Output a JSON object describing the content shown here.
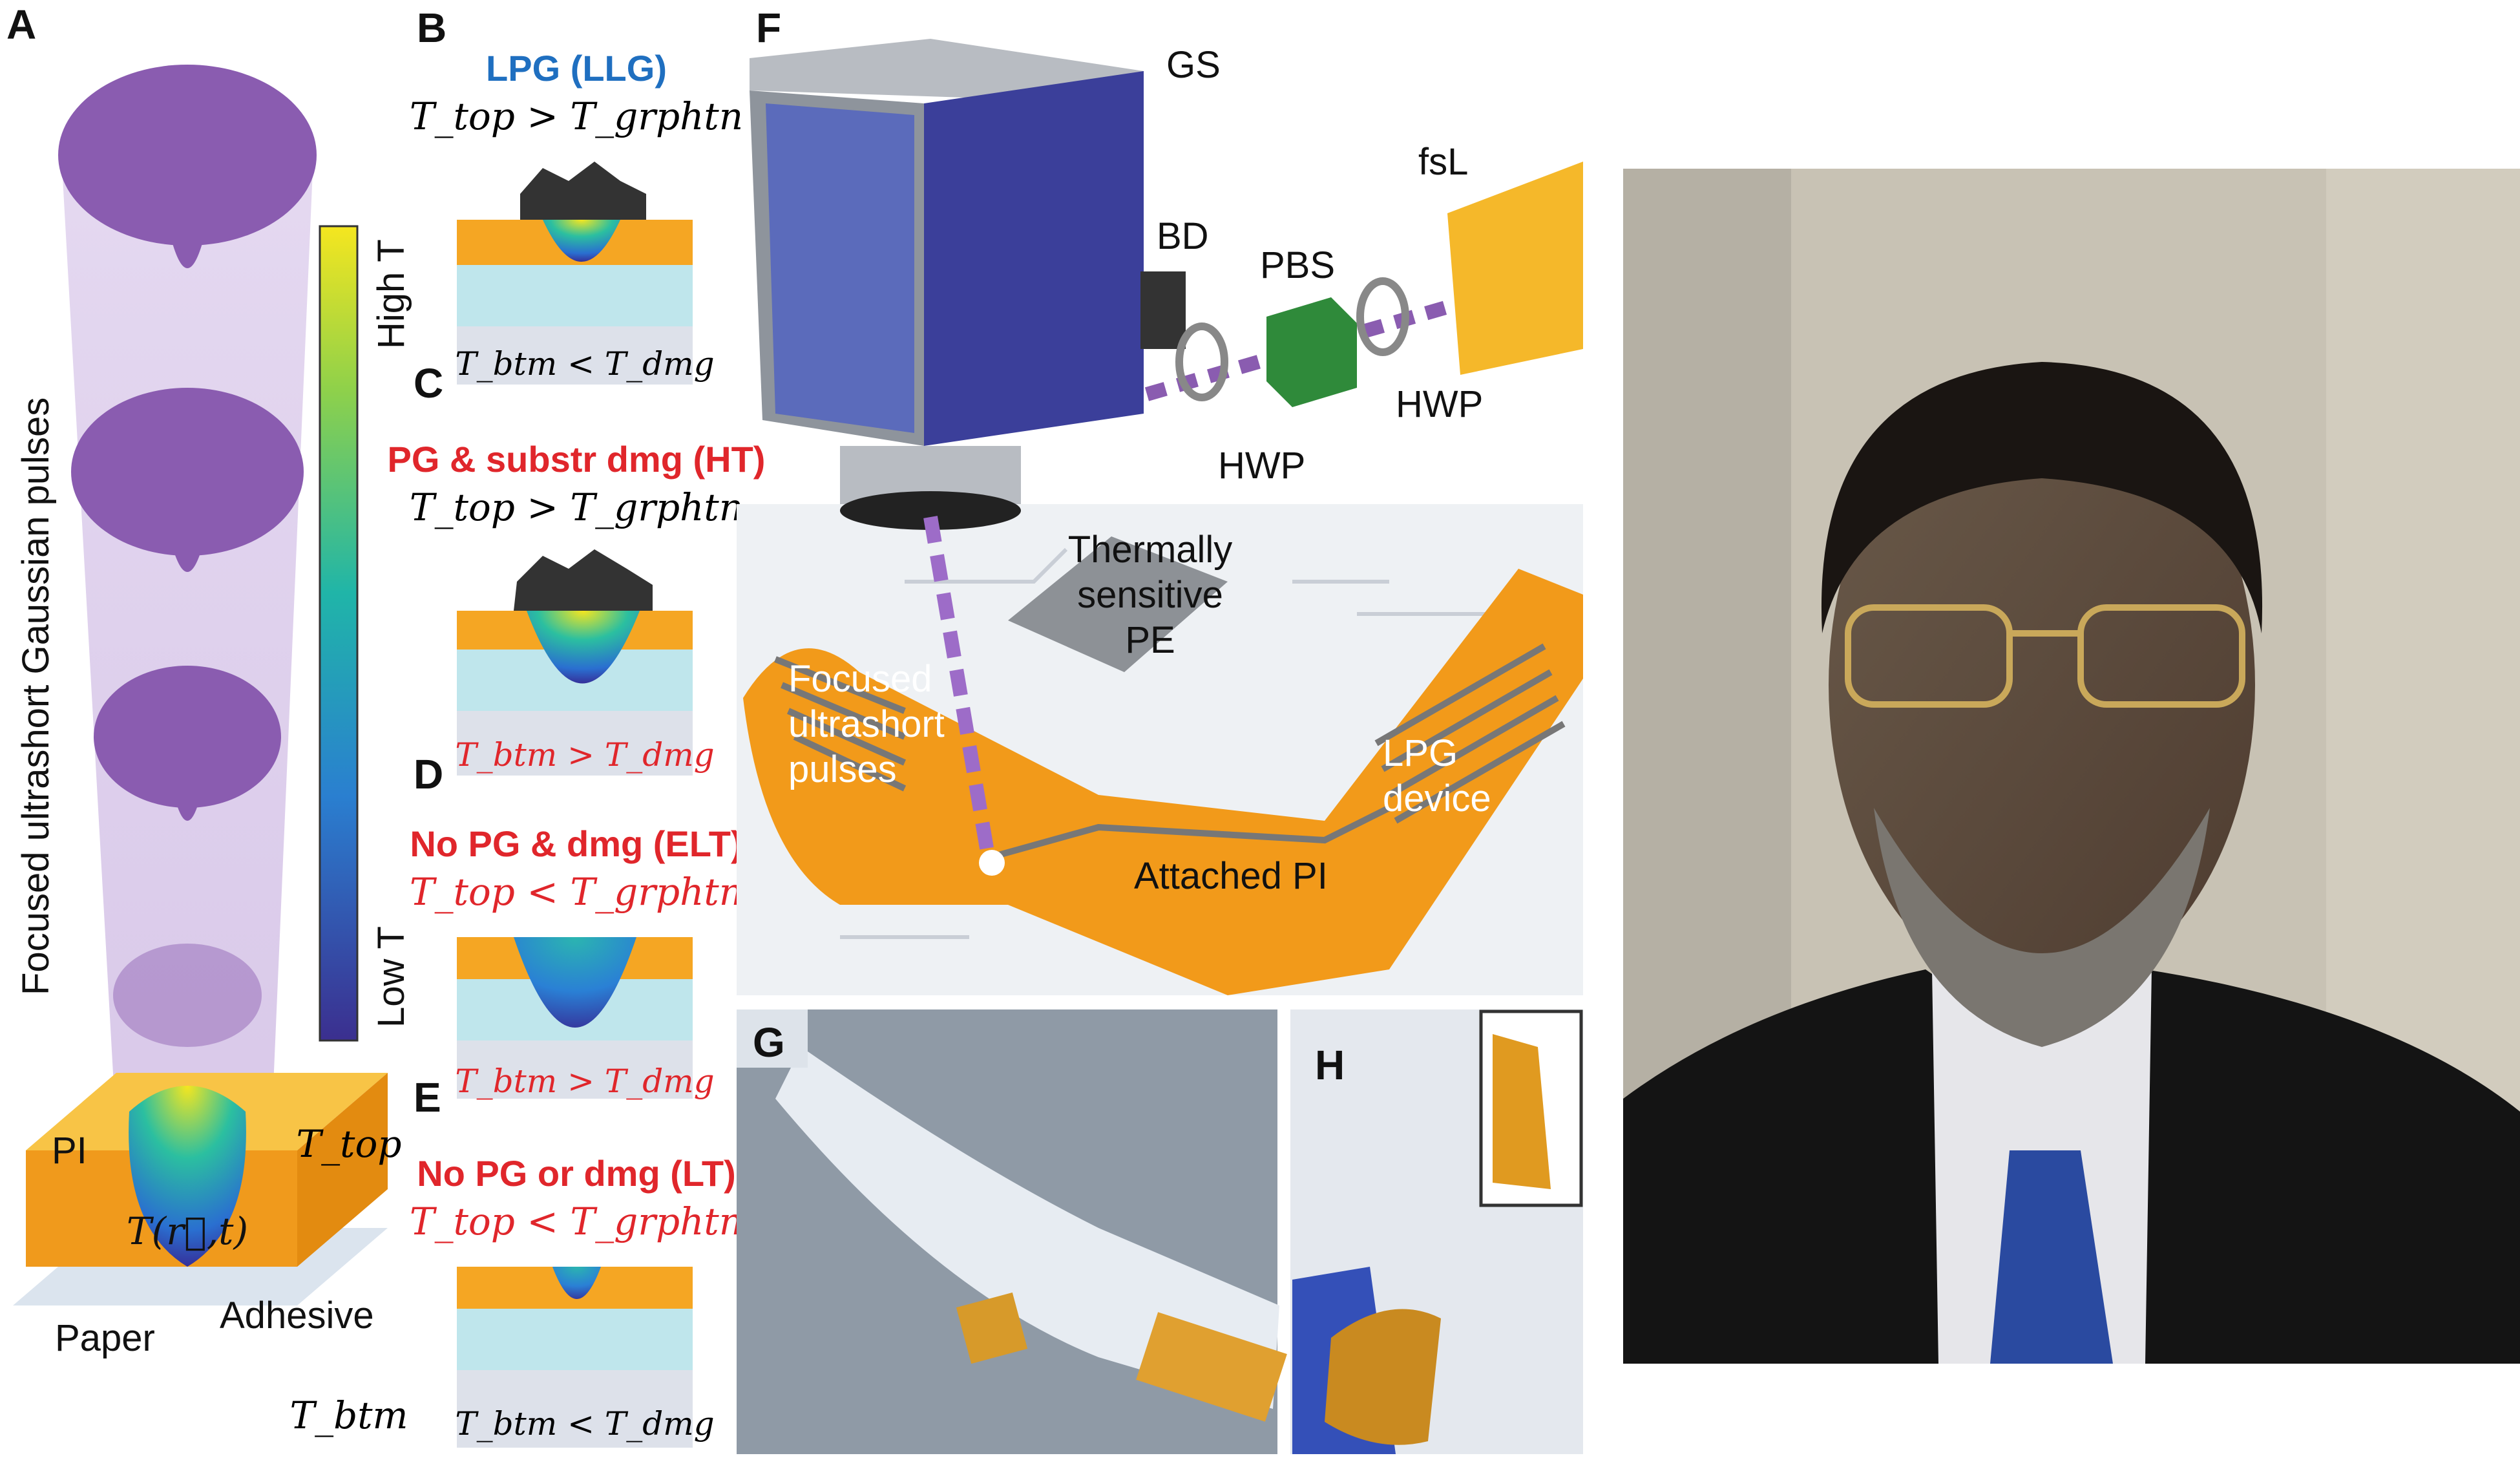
{
  "panels": {
    "A": {
      "label": "A",
      "vertical_caption": "Focused ultrashort Gaussian pulses",
      "colorbar_high": "High T",
      "colorbar_low": "Low T",
      "layer_pi": "PI",
      "layer_adhesive": "Adhesive",
      "layer_paper": "Paper",
      "t_top": "T_top",
      "t_field": "T(r⃗,t)",
      "t_btm": "T_btm"
    },
    "B": {
      "label": "B",
      "title": "LPG (LLG)",
      "top_cond": "T_top > T_grphtn",
      "btm_cond": "T_btm < T_dmg"
    },
    "C": {
      "label": "C",
      "title": "PG & substr dmg (HT)",
      "top_cond": "T_top > T_grphtn",
      "btm_cond": "T_btm > T_dmg"
    },
    "D": {
      "label": "D",
      "title": "No PG & dmg (ELT)",
      "top_cond": "T_top < T_grphtn",
      "btm_cond": "T_btm > T_dmg"
    },
    "E": {
      "label": "E",
      "title": "No PG or dmg (LT)",
      "top_cond": "T_top < T_grphtn",
      "btm_cond": "T_btm < T_dmg"
    },
    "F": {
      "label": "F",
      "gs": "GS",
      "bd": "BD",
      "pbs": "PBS",
      "fsl": "fsL",
      "hwp1": "HWP",
      "hwp2": "HWP",
      "chip1": "Thermally",
      "chip2": "sensitive",
      "chip3": "PE",
      "pulses1": "Focused",
      "pulses2": "ultrashort",
      "pulses3": "pulses",
      "device1": "LPG",
      "device2": "device",
      "attached": "Attached PI"
    },
    "G": {
      "label": "G"
    },
    "H": {
      "label": "H"
    }
  },
  "colors": {
    "blue_title": "#1f6fc0",
    "red_title": "#e0262b",
    "pi_orange": "#f5a623",
    "adhesive": "#bfe6ec",
    "paper": "#d9dde6",
    "pulse": "#8a5cb0"
  }
}
